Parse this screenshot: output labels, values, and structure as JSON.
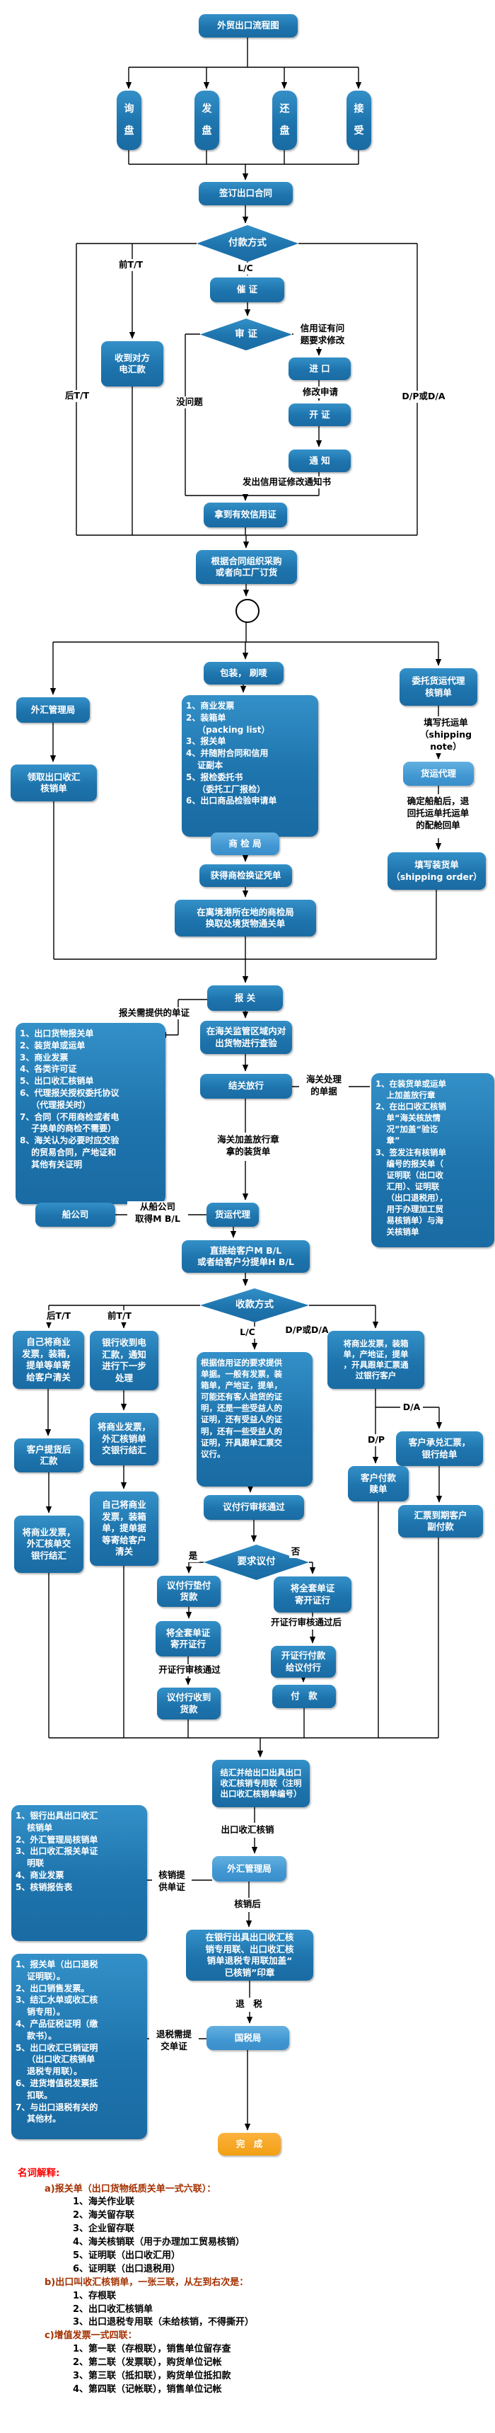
{
  "colors": {
    "box_blue": "#1e74ad",
    "box_light": "#4197d2",
    "box_orange": "#f29f13",
    "box_text": "#ffffff",
    "line": "#000000",
    "glossary_red": "#ff0000",
    "glossary_maroon": "#a33000"
  },
  "nodes": {
    "title": "外贸出口流程图",
    "xunpan": "询\n盘",
    "fapan": "发\n盘",
    "huanpan": "还\n盘",
    "jieshou": "接\n受",
    "qianding": "签订出口合同",
    "fukuan_fangshi": "付款方式",
    "shoudao_dianhui": "收到对方\n电汇款",
    "cuizheng": "催  证",
    "shenzheng": "审  证",
    "jinkou": "进  口",
    "kaizheng": "开  证",
    "tongzhi": "通  知",
    "nadao": "拿到有效信用证",
    "genju": "根据合同组织采购\n或者向工厂订货",
    "waihui1": "外汇管理局",
    "lingqu": "领取出口收汇\n核销单",
    "baozhuang": "包装， 刷唛",
    "pack_list": "1、商业发票\n2、装箱单\n　 （packing list）\n3、报关单\n4、并随附合同和信用\n　 证副本\n5、报检委托书\n　 （委托工厂报检）\n6、出口商品检验申请单",
    "shangjianju": "商 检 局",
    "huode": "获得商检换证凭单",
    "lijinggang": "在离境港所在地的商检局\n换取处境货物通关单",
    "weituo": "委托货运代理\n核销单",
    "huoyun1": "货运代理",
    "tianxie_zhuanghuodan": "填写装货单\n（shipping order）",
    "baoguan": "报  关",
    "bg_list": "1、出口货物报关单\n2、装货单或运单\n3、商业发票\n4、各类许可证\n5、出口收汇核销单\n6、代理报关授权委托协议\n　 （代理报关时）\n7、合同（不用商检或者电\n　 子换单的商检不需要）\n8、海关认为必要时应交验\n　 的贸易合同，产地证和\n　 其他有关证明",
    "zai_haiguan": "在海关监管区域内对\n出货物进行查验",
    "jieguan": "结关放行",
    "hg_list": "1、在装货单或运单\n　 上加盖放行章\n2、在出口收汇核销\n　 单“海关核放情\n　 况”加盖“验讫\n　 章”\n3、签发注有核销单\n　 编号的报关单（\n　 证明联（出口收\n　 汇用）、证明联\n　 （出口退税用），\n　 用于办理加工贸\n　 易核销单）与海\n　 关核销单",
    "chuangongsi": "船公司",
    "huoyun2": "货运代理",
    "zhijie": "直接给客户M B/L\n或者给客户分提单H B/L",
    "shoukuan": "收款方式",
    "c1b1": "自己将商业\n发票，装箱，\n提单等单寄\n给客户清关",
    "c2b1": "银行收到电\n汇款，通知\n进行下一步\n处理",
    "lc_box": "根据信用证的要求提供\n单据。一般有发票，装\n箱单，产地证，提单，\n可能还有客人验货的证\n明，还是一些受益人的\n证明，还有受益人的证\n明，还有一些受益人的\n证明，开具跟单汇票交\n议行。",
    "dp_box": "将商业发票，装箱\n单，产地证，提单\n，开具跟单汇票通\n过银行客户",
    "kehu_chengdui": "客户承兑汇票，\n银行给单",
    "kehu_fukuan": "客户付款\n赎单",
    "huipiao_daoqi": "汇票到期客户\n副付款",
    "c1b2": "客户提货后\n汇款",
    "c2b2": "将商业发票，\n外汇核销单\n交银行结汇",
    "c2b3": "自己将商业\n发票，装箱\n单，提单据\n等寄给客户\n清关",
    "c1b3": "将商业发票，\n外汇核单交\n银行结汇",
    "yifuhang_shenhe": "议付行审核通过",
    "yaoqiu_yifu": "要求议付",
    "yifuhang_dianfu": "议付行垫付\n货款",
    "quantao_l": "将全套单证\n寄开证行",
    "yifuhang_shoudao": "议付行收到\n货款",
    "quantao_r": "将全套单证\n寄开证行",
    "kzh_fukuan": "开证行付款\n给议付行",
    "fukuan": "付　款",
    "jiehui": "结汇并给出口出具出口\n收汇核销专用联（注明\n出口收汇核销单编号）",
    "waihui2": "外汇管理局",
    "hexiao_list": "1、银行出具出口收汇\n　 核销单\n2、外汇管理局核销单\n3、出口收汇报关单证\n　 明联\n4、商业发票\n5、核销报告表",
    "zai_yinhang": "在银行出具出口收汇核\n销专用联、出口收汇核\n销单退税专用联加盖“\n已核销”印章",
    "guoshuiju": "国税局",
    "tuishui_list": "1、报关单（出口退税\n　 证明联）。\n2、出口销售发票。\n3、结汇水单或收汇核\n　 销专用）。\n4、产品征税证明（缴\n　 款书）。\n5、出口收汇已销证明\n　 （出口收汇核销单\n　 退税专用联）。\n6、进货增值税发票抵\n　 扣联。\n7、与出口退税有关的\n　 其他材。",
    "wancheng": "完　成"
  },
  "labels": {
    "qian_tt1": "前T/T",
    "hou_tt1": "后T/T",
    "lc1": "L/C",
    "xinyongzheng_wenti": "信用证有问\n题要求修改",
    "xiugai_shenqing": "修改申请",
    "mei_wenti": "没问题",
    "fachu": "发出信用证修改通知书",
    "dpda1": "D/P或D/A",
    "tianxie_tuoyundan": "填写托运单\n（shipping note）",
    "queding_chuanbo": "确定船舶后，退\n回托运单托运单\n的配舱回单",
    "baoguan_docs": "报关需提供的单证",
    "haiguan_chuli": "海关处理\n的单据",
    "haiguan_jiagai": "海关加盖放行章\n拿的装货单",
    "cong_chuangongsi": "从船公司\n取得M B/L",
    "hou_tt2": "后T/T",
    "qian_tt2": "前T/T",
    "lc2": "L/C",
    "dpda2": "D/P或D/A",
    "dp": "D/P",
    "da": "D/A",
    "shi": "是",
    "fou": "否",
    "kzh_shenhe": "开证行审核通过",
    "kzh_shenhe_hou": "开证行审核通过后",
    "chukou_shouhui_hexiao": "出口收汇核销",
    "hexiao_tigong": "核销提\n供单证",
    "hexiao_hou": "核销后",
    "tuishui_lbl": "退　税",
    "tuishui_xu": "退税需提\n交单证"
  },
  "glossary": {
    "title": "名词解释:",
    "a": {
      "heading": "a)报关单（出口货物纸质关单一式六联）：",
      "items": [
        "1、海关作业联",
        "2、海关留存联",
        "3、企业留存联",
        "4、海关核销联（用于办理加工贸易核销）",
        "5、证明联（出口收汇用）",
        "6、证明联（出口退税用）"
      ]
    },
    "b": {
      "heading": "b)出口叫收汇核销单，一张三联，从左到右次是：",
      "items": [
        "1、存根联",
        "2、出口收汇核销单",
        "3、出口退税专用联（未给核销，不得撕开）"
      ]
    },
    "c": {
      "heading": "c)增值发票一式四联：",
      "items": [
        "1、第一联（存根联），销售单位留存查",
        "2、第二联（发票联），购货单位记帐",
        "3、第三联（抵扣联），购货单位抵扣款",
        "4、第四联（记帐联），销售单位记帐"
      ]
    }
  }
}
